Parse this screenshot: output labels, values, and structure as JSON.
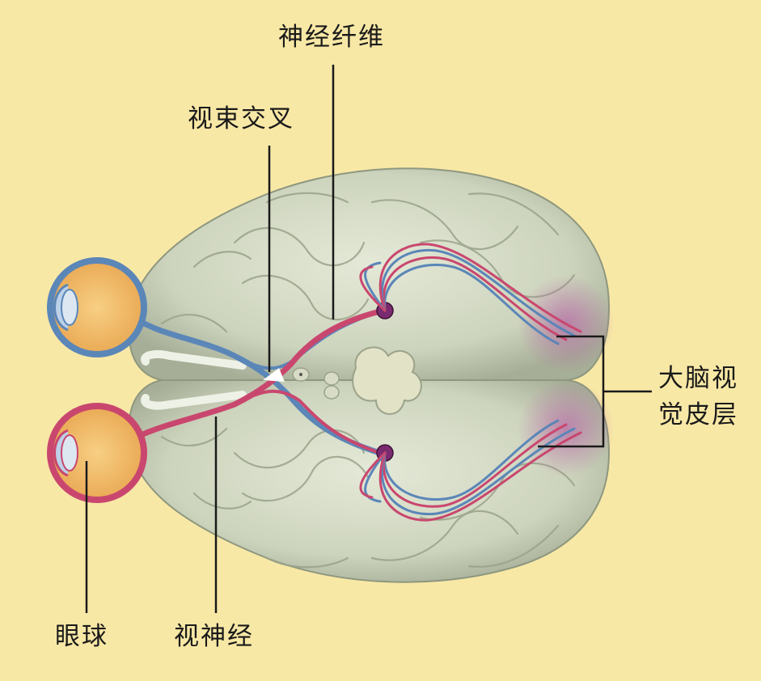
{
  "labels": {
    "nerve_fiber": "神经纤维",
    "optic_chiasm": "视束交叉",
    "visual_cortex_line1": "大脑视",
    "visual_cortex_line2": "觉皮层",
    "eyeball": "眼球",
    "optic_nerve": "视神经"
  },
  "colors": {
    "background": "#f8e8a6",
    "brain": "#d2d8c4",
    "brain_shadow": "#a7b09a",
    "nerve_red": "#c9476e",
    "nerve_blue": "#5b86b8",
    "eye_iris": "#f2be6a",
    "cortex_tint": "#b96aa8",
    "label_line": "#1a1a1a"
  }
}
